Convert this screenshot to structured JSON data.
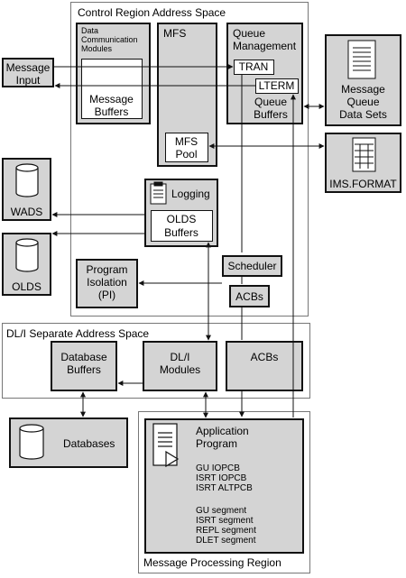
{
  "control_region": {
    "title": "Control Region Address Space"
  },
  "dcm": {
    "title_line1": "Data",
    "title_line2": "Communication",
    "title_line3": "Modules",
    "buffers_line1": "Message",
    "buffers_line2": "Buffers"
  },
  "mfs": {
    "title": "MFS",
    "pool_line1": "MFS",
    "pool_line2": "Pool"
  },
  "queue_mgmt": {
    "title_line1": "Queue",
    "title_line2": "Management",
    "tran": "TRAN",
    "lterm": "LTERM",
    "buffers_line1": "Queue",
    "buffers_line2": "Buffers"
  },
  "message_input": {
    "line1": "Message",
    "line2": "Input"
  },
  "message_queue_datasets": {
    "line1": "Message",
    "line2": "Queue",
    "line3": "Data Sets"
  },
  "ims_format": {
    "label": "IMS.FORMAT"
  },
  "wads": {
    "label": "WADS"
  },
  "olds": {
    "label": "OLDS"
  },
  "logging": {
    "title": "Logging",
    "buffers_line1": "OLDS",
    "buffers_line2": "Buffers"
  },
  "pi": {
    "line1": "Program",
    "line2": "Isolation",
    "line3": "(PI)"
  },
  "scheduler": {
    "label": "Scheduler"
  },
  "acbs_control": {
    "label": "ACBs"
  },
  "dli_region": {
    "title": "DL/I Separate Address Space"
  },
  "db_buffers": {
    "line1": "Database",
    "line2": "Buffers"
  },
  "dli_modules": {
    "line1": "DL/I",
    "line2": "Modules"
  },
  "acbs_dli": {
    "label": "ACBs"
  },
  "databases": {
    "label": "Databases"
  },
  "mpr": {
    "title": "Message Processing Region",
    "app_line1": "Application",
    "app_line2": "Program",
    "calls_group1": [
      "GU IOPCB",
      "ISRT IOPCB",
      "ISRT ALTPCB"
    ],
    "calls_group2": [
      "GU segment",
      "ISRT segment",
      "REPL segment",
      "DLET segment"
    ]
  },
  "colors": {
    "box_fill": "#d4d4d4",
    "line": "#111111"
  }
}
